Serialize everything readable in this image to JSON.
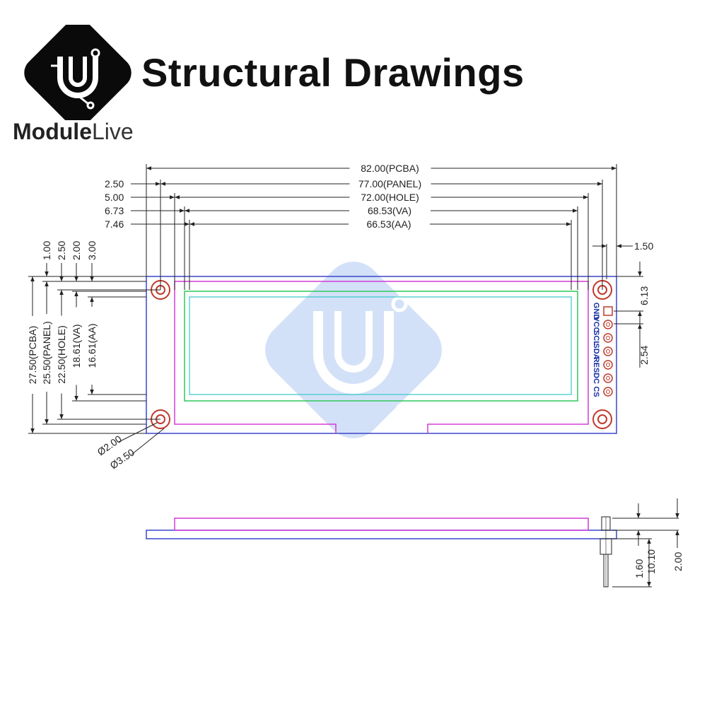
{
  "header": {
    "title": "Structural Drawings",
    "brand_bold": "Module",
    "brand_light": "Live",
    "logo_icon": "modulelive-logo-icon"
  },
  "top_view": {
    "dim_h": [
      {
        "value": "82.00",
        "note": "PCBA"
      },
      {
        "label": "2.50",
        "value": "77.00",
        "note": "PANEL"
      },
      {
        "label": "5.00",
        "value": "72.00",
        "note": "HOLE"
      },
      {
        "label": "6.73",
        "value": "68.53",
        "note": "VA"
      },
      {
        "label": "7.46",
        "value": "66.53",
        "note": "AA"
      }
    ],
    "dim_v_labels": [
      "1.00",
      "2.50",
      "2.00",
      "3.00"
    ],
    "dim_v": [
      {
        "value": "27.50",
        "note": "PCBA"
      },
      {
        "value": "25.50",
        "note": "PANEL"
      },
      {
        "value": "22.50",
        "note": "HOLE"
      },
      {
        "value": "18.61",
        "note": "VA"
      },
      {
        "value": "16.61",
        "note": "AA"
      }
    ],
    "right_dims": [
      "1.50",
      "6.13",
      "2.54"
    ],
    "hole_dims": [
      "Ø2.00",
      "Ø3.50"
    ],
    "pins": [
      "GND",
      "VCC",
      "SCL",
      "SDA",
      "RES",
      "DC",
      "CS"
    ]
  },
  "side_view": {
    "dims": [
      "1.60",
      "10.10",
      "2.00"
    ]
  },
  "colors": {
    "pcb": "#3b46c8",
    "panel": "#d23cd6",
    "va": "#2fc95a",
    "aa": "#36c8c8",
    "hole": "#c0392b",
    "watermark": "#3a7be0"
  }
}
